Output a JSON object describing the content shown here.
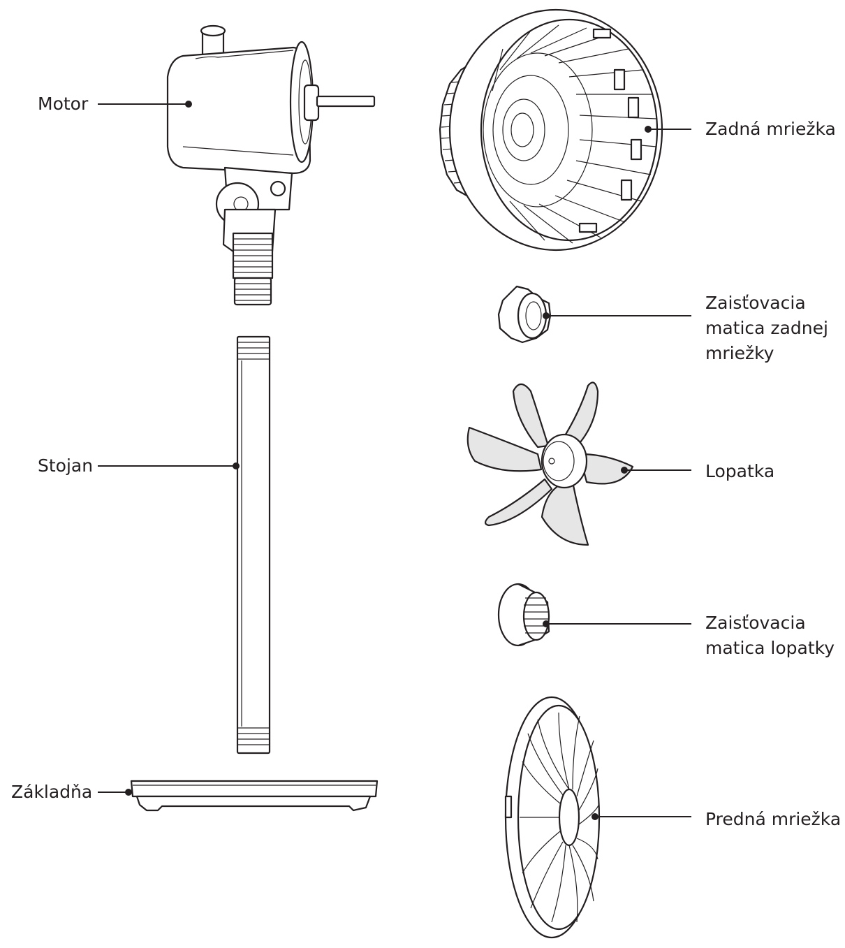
{
  "labels": {
    "motor": "Motor",
    "stand": "Stojan",
    "base": "Základňa",
    "rear_grille": "Zadná mriežka",
    "rear_grille_nut": "Zaisťovacia matica zadnej mriežky",
    "blade": "Lopatka",
    "blade_nut": "Zaisťovacia matica lopatky",
    "front_grille": "Predná mriežka"
  },
  "colors": {
    "ink": "#231f20",
    "blade_fill": "#e6e6e6",
    "background": "#ffffff"
  }
}
